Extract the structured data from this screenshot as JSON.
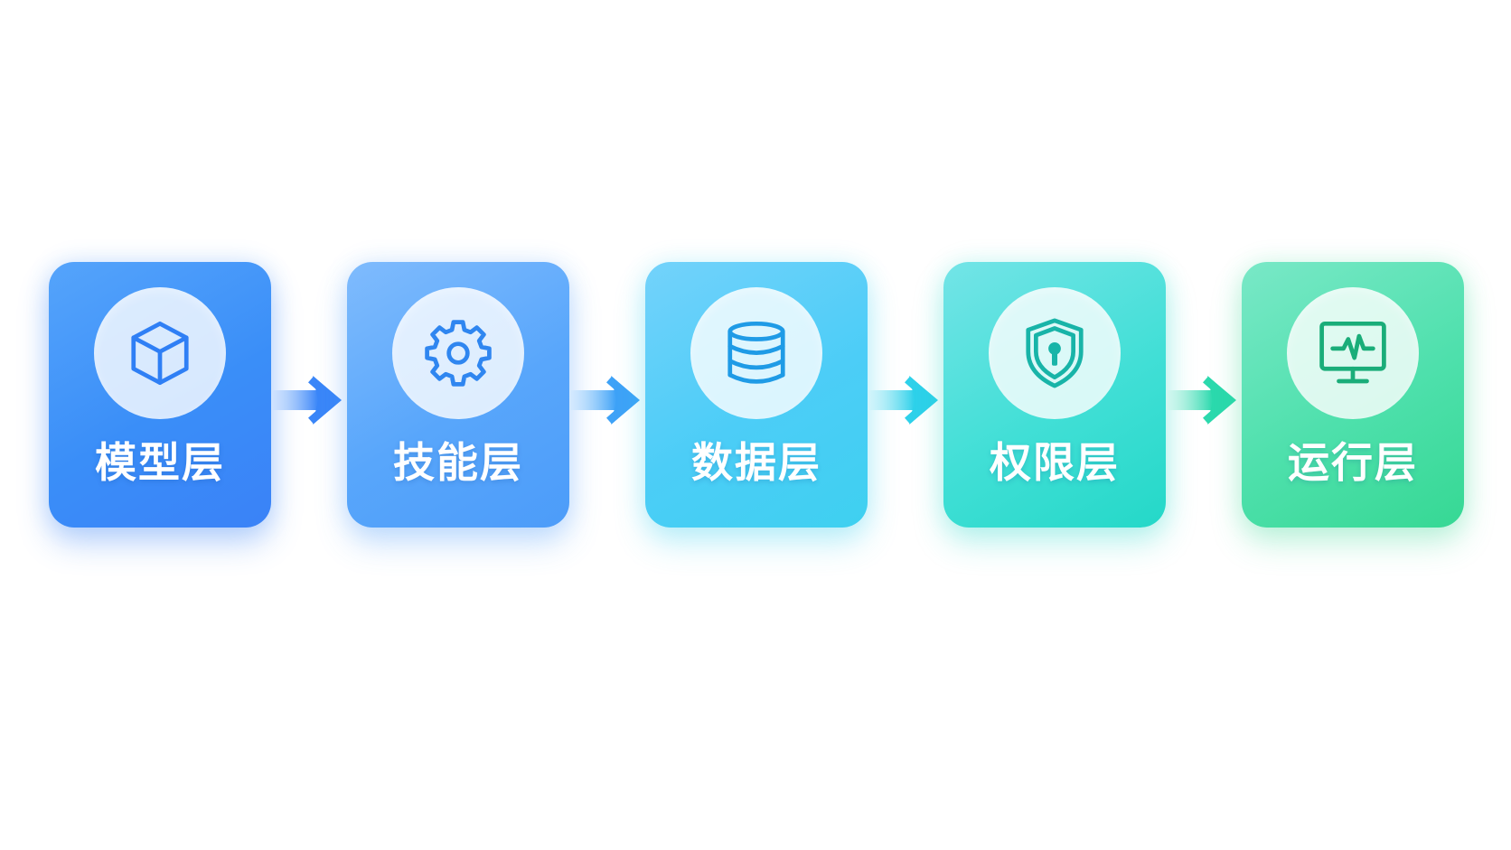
{
  "diagram": {
    "layers": [
      {
        "label": "模型层",
        "icon": "cube-icon",
        "color": "#2f7ff5"
      },
      {
        "label": "技能层",
        "icon": "gear-icon",
        "color": "#2f86f0"
      },
      {
        "label": "数据层",
        "icon": "database-icon",
        "color": "#1f9be6"
      },
      {
        "label": "权限层",
        "icon": "shield-lock-icon",
        "color": "#18b4a8"
      },
      {
        "label": "运行层",
        "icon": "monitor-pulse-icon",
        "color": "#1aad79"
      }
    ],
    "arrow_colors": [
      [
        "#cfe3ff",
        "#3a86f8"
      ],
      [
        "#d4eaff",
        "#3ea2f7"
      ],
      [
        "#d2f4fb",
        "#2ed1ea"
      ],
      [
        "#d4f7ef",
        "#2bd9ad"
      ]
    ]
  }
}
